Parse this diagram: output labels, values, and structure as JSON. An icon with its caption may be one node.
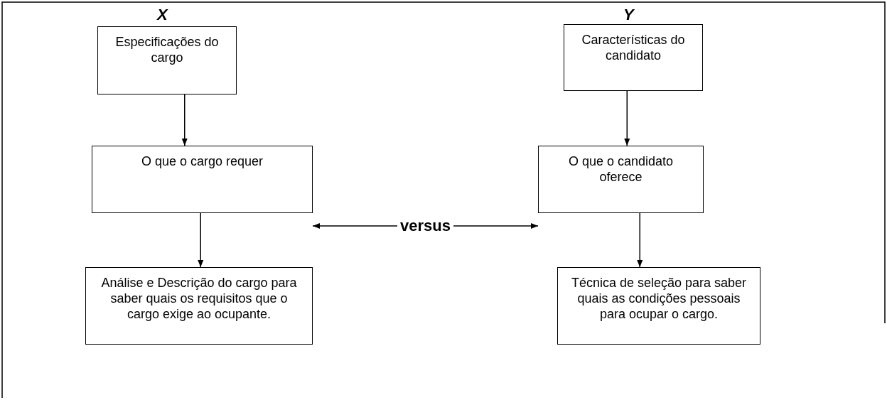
{
  "diagram": {
    "nodes": [
      {
        "text": [
          "Especificações do cargo"
        ],
        "beside": [
          "X"
        ]
      },
      {
        "text": [
          "Características do candidato"
        ],
        "beside": [
          "Y"
        ]
      },
      {
        "text": [
          "O que o cargo requer"
        ]
      },
      {
        "text": [
          "O que o candidato oferece"
        ]
      },
      {
        "text": [
          "Análise e Descrição do cargo para saber quais os requisitos que o cargo exige ao ocupante."
        ]
      },
      {
        "text": [
          "Técnica de seleção para saber quais as condições pessoais para ocupar o cargo."
        ]
      }
    ],
    "edges": [
      {
        "from": 0,
        "to": 2,
        "arrow": "to"
      },
      {
        "from": 1,
        "to": 3,
        "arrow": "to"
      },
      {
        "from": 2,
        "to": 3,
        "arrow": "both",
        "label": "versus"
      },
      {
        "from": 2,
        "to": 4,
        "arrow": "to"
      },
      {
        "from": 3,
        "to": 5,
        "arrow": "to"
      }
    ]
  }
}
